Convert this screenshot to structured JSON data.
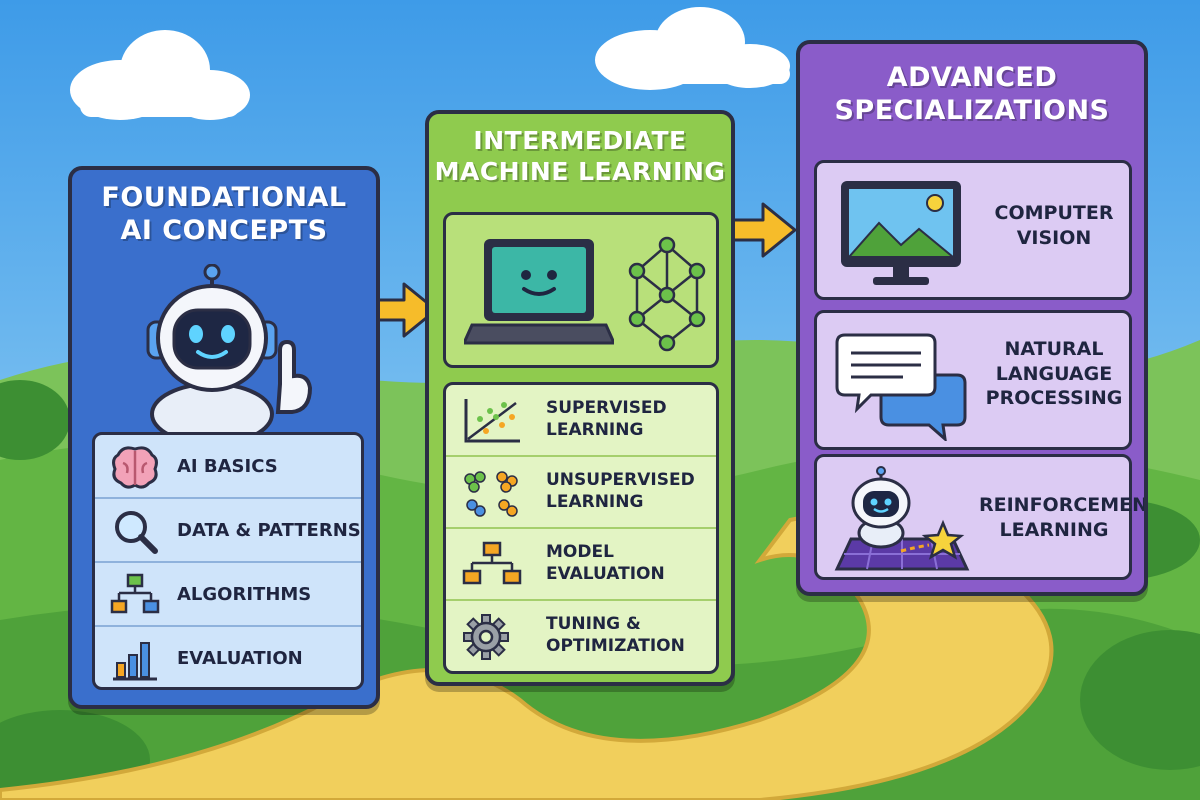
{
  "stages": {
    "foundational": {
      "title": [
        "Foundational",
        "AI Concepts"
      ],
      "items": [
        {
          "label": "AI Basics",
          "icon": "brain-icon"
        },
        {
          "label": "Data & Patterns",
          "icon": "magnifier-icon"
        },
        {
          "label": "Algorithms",
          "icon": "flowchart-icon"
        },
        {
          "label": "Evaluation",
          "icon": "bar-chart-icon"
        }
      ]
    },
    "intermediate": {
      "title": [
        "Intermediate",
        "Machine Learning"
      ],
      "items": [
        {
          "label": [
            "Supervised",
            "Learning"
          ],
          "icon": "scatter-plot-icon"
        },
        {
          "label": [
            "Unsupervised",
            "Learning"
          ],
          "icon": "clusters-icon"
        },
        {
          "label": [
            "Model",
            "Evaluation"
          ],
          "icon": "flowchart-icon"
        },
        {
          "label": [
            "Tuning &",
            "Optimization"
          ],
          "icon": "gear-icon"
        }
      ]
    },
    "advanced": {
      "title": [
        "Advanced",
        "Specializations"
      ],
      "items": [
        {
          "label": [
            "Computer",
            "Vision"
          ],
          "icon": "monitor-landscape-icon"
        },
        {
          "label": [
            "Natural",
            "Language",
            "Processing"
          ],
          "icon": "speech-bubbles-icon"
        },
        {
          "label": [
            "Reinforcement",
            "Learning"
          ],
          "icon": "robot-star-icon"
        }
      ]
    }
  },
  "colors": {
    "foundational": "#3a6fcc",
    "intermediate": "#8fcb4e",
    "advanced": "#8a5cc9",
    "arrow": "#f6bc2a",
    "path": "#f1cf5c",
    "grass": "#63b544",
    "sky": "#4aa8ee"
  }
}
